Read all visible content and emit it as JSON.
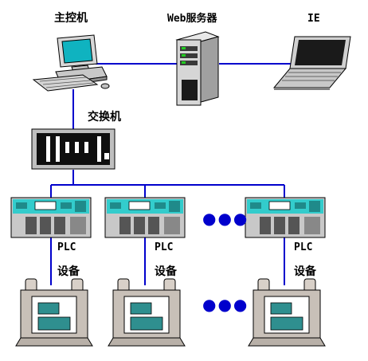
{
  "nodes": {
    "host_label": "主控机",
    "web_server_label": "Web服务器",
    "ie_label": "IE",
    "switch_label": "交换机",
    "plc_label": "PLC",
    "device_label": "设备",
    "ellipsis": "●●●"
  },
  "colors": {
    "link_line": "#0000cc",
    "plc_teal": "#33cccc",
    "device_frame": "#c8c0b8",
    "device_screen": "#2f8f8f"
  }
}
